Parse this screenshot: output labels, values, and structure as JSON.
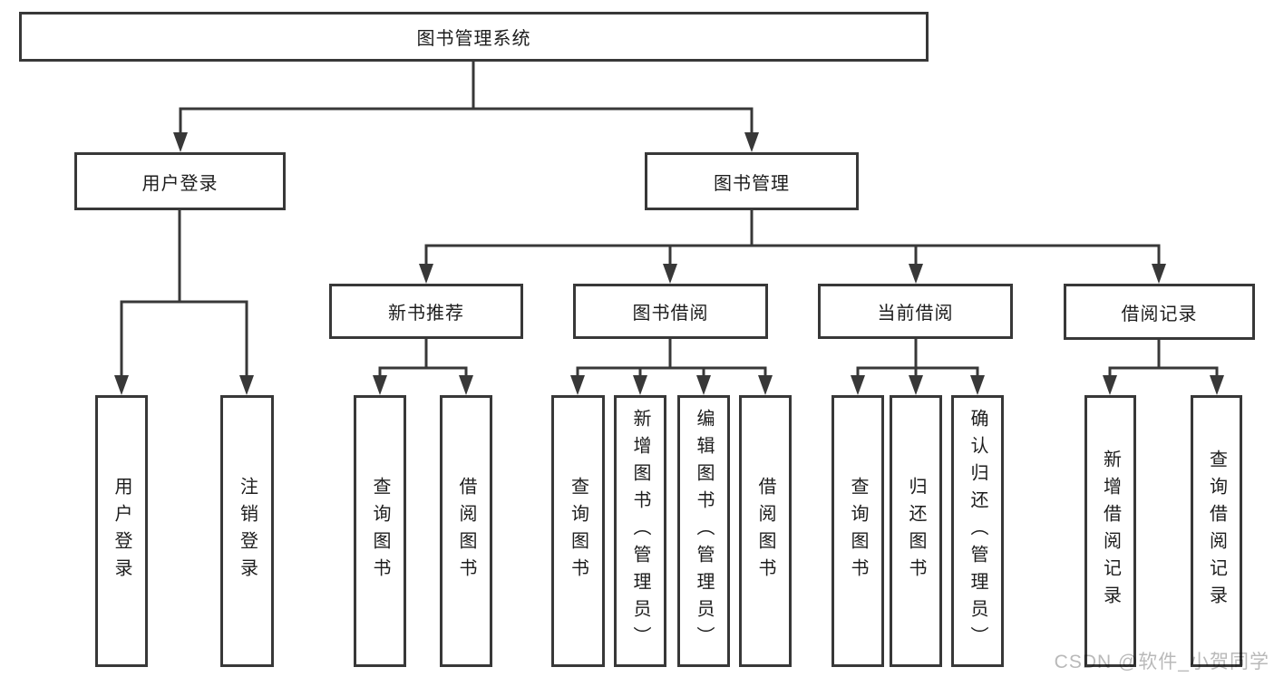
{
  "diagram": {
    "title": "图书管理系统",
    "level2": [
      {
        "label": "用户登录"
      },
      {
        "label": "图书管理"
      }
    ],
    "level3": [
      {
        "label": "新书推荐"
      },
      {
        "label": "图书借阅"
      },
      {
        "label": "当前借阅"
      },
      {
        "label": "借阅记录"
      }
    ],
    "leaves": {
      "user_login": [
        "用户登录",
        "注销登录"
      ],
      "new_book": [
        "查询图书",
        "借阅图书"
      ],
      "book_borrow": [
        "查询图书",
        "新增图书（管理员）",
        "编辑图书（管理员）",
        "借阅图书"
      ],
      "current_borrow": [
        "查询图书",
        "归还图书",
        "确认归还（管理员）"
      ],
      "borrow_record": [
        "新增借阅记录",
        "查询借阅记录"
      ]
    }
  },
  "watermark": {
    "text": "CSDN @软件_小贺同学"
  },
  "colors": {
    "line": "#383838",
    "box_border": "#383838",
    "box_background": "#ffffff",
    "text": "#1d1d1d",
    "watermark_text": "#b9b9b9"
  }
}
